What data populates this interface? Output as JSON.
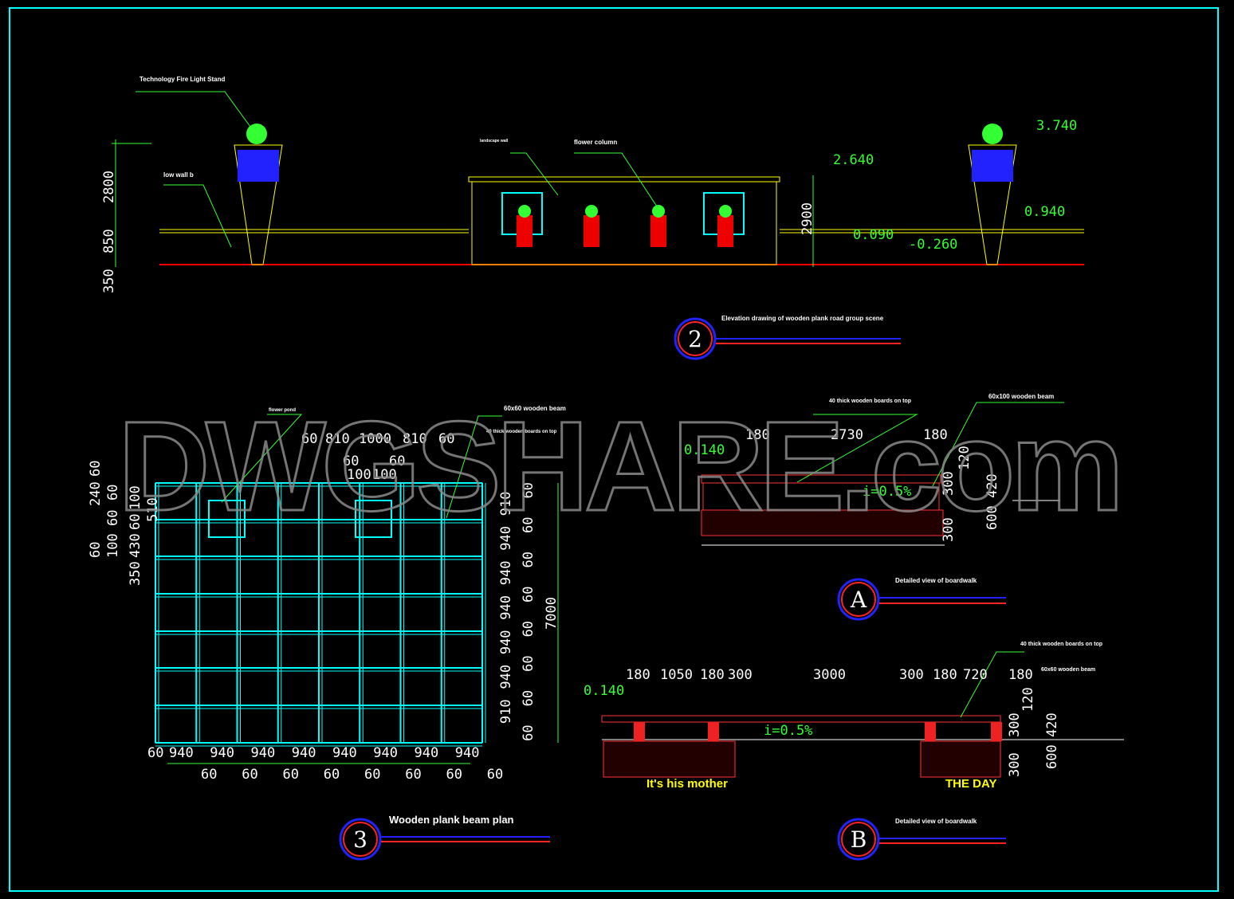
{
  "colors": {
    "background": "#000000",
    "frame": "#00ffff",
    "ground": "#ff0000",
    "wall": "#ffff00",
    "dimension": "#00ff00",
    "grid": "#00ffff",
    "watermark": "#8a8a8a"
  },
  "watermark": "DWGSHARE.com",
  "elevation": {
    "title_number": "2",
    "title": "Elevation drawing of wooden plank road group scene",
    "labels": {
      "fire_light_stand": "Technology Fire Light Stand",
      "low_wall": "low wall b",
      "landscape_wall": "landscape wall",
      "flower_column": "flower column"
    },
    "left_dims": [
      "2800",
      "850",
      "350"
    ],
    "height_dim": "2900",
    "levels": {
      "l1": "2.640",
      "l2": "3.740",
      "l3": "0.940",
      "l4": "0.090",
      "l5": "-0.260"
    }
  },
  "plan": {
    "title_number": "3",
    "title": "Wooden plank beam plan",
    "labels": {
      "flower_pond": "flower pond",
      "beam": "60x60 wooden beam",
      "boards": "40 thick wooden boards on top"
    },
    "top_dims": [
      "60",
      "810",
      "1000",
      "810",
      "60"
    ],
    "top_dims2": [
      "60",
      "60"
    ],
    "top_dims3": [
      "100",
      "100"
    ],
    "left_dims": [
      "60",
      "240",
      "60",
      "100",
      "510",
      "60",
      "100",
      "60",
      "430",
      "60",
      "350"
    ],
    "right_dims": [
      "60",
      "910",
      "60",
      "940",
      "60",
      "940",
      "60",
      "940",
      "60",
      "940",
      "60",
      "940",
      "60",
      "910",
      "60"
    ],
    "total_dim": "7000",
    "bottom_dims": [
      "60",
      "940",
      "940",
      "940",
      "940",
      "940",
      "940",
      "940",
      "940"
    ],
    "bottom_dims2": [
      "60",
      "60",
      "60",
      "60",
      "60",
      "60",
      "60",
      "60"
    ]
  },
  "detail_a": {
    "title_number": "A",
    "title": "Detailed view of boardwalk",
    "labels": {
      "boards": "40 thick wooden boards on top",
      "beam": "60x100 wooden beam"
    },
    "top_dims": [
      "180",
      "2730",
      "180"
    ],
    "level": "0.140",
    "slope": "i=0.5%",
    "right_dims": [
      "120",
      "300",
      "300",
      "420",
      "600"
    ]
  },
  "detail_b": {
    "title_number": "B",
    "title": "Detailed view of boardwalk",
    "labels": {
      "boards": "40 thick wooden boards on top",
      "beam": "60x60 wooden beam"
    },
    "top_dims": [
      "180",
      "1050",
      "180",
      "300",
      "3000",
      "300",
      "180",
      "720",
      "180"
    ],
    "level": "0.140",
    "slope": "i=0.5%",
    "right_dims": [
      "120",
      "300",
      "300",
      "420",
      "600"
    ],
    "caption_left": "It's his mother",
    "caption_right": "THE DAY"
  }
}
